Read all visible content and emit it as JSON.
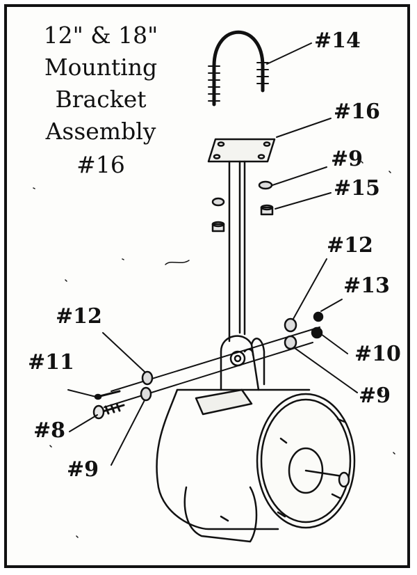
{
  "title": {
    "line1": "12\" & 18\"",
    "line2": "Mounting",
    "line3": "Bracket",
    "line4": "Assembly",
    "line5": "#16"
  },
  "labels": {
    "part14": "#14",
    "part16": "#16",
    "part9_top": "#9",
    "part15": "#15",
    "part12_right": "#12",
    "part13": "#13",
    "part12_left": "#12",
    "part10": "#10",
    "part11": "#11",
    "part9_right": "#9",
    "part8": "#8",
    "part9_left": "#9"
  }
}
